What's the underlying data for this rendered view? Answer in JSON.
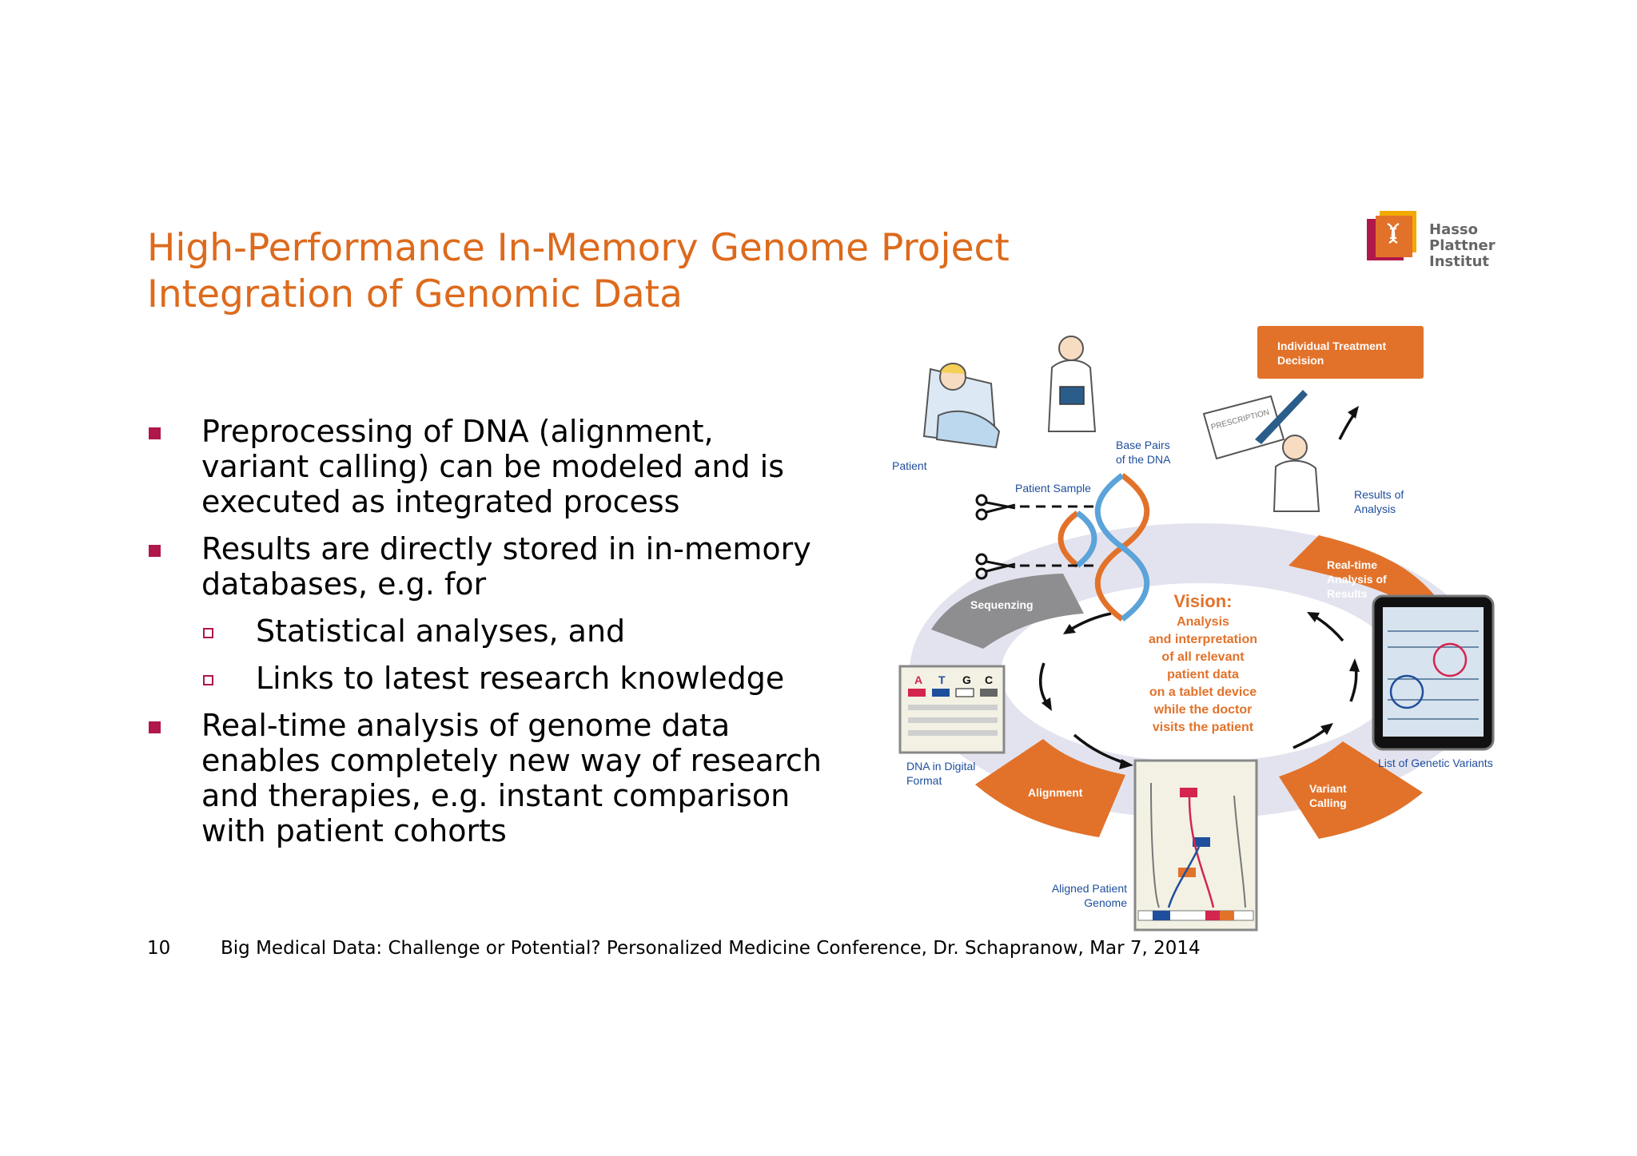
{
  "slide": {
    "title_line1": "High-Performance In-Memory Genome Project",
    "title_line2": "Integration of Genomic Data",
    "page_number": "10",
    "footer": "Big Medical Data: Challenge or Potential? Personalized Medicine Conference, Dr. Schapranow, Mar 7, 2014"
  },
  "logo": {
    "line1": "Hasso",
    "line2": "Plattner",
    "line3": "Institut",
    "colors": {
      "orange": "#e2722a",
      "crimson": "#b0174a",
      "yellow": "#f2a900"
    }
  },
  "bullets": [
    {
      "text": "Preprocessing of DNA (alignment, variant calling) can be modeled and is executed as integrated process",
      "lines": [
        "Preprocessing of DNA (alignment,",
        "variant calling) can be modeled and is",
        "executed as integrated process"
      ]
    },
    {
      "text": "Results are directly stored in in-memory databases, e.g. for",
      "lines": [
        "Results are directly stored in in-memory",
        "databases, e.g. for"
      ],
      "sub": [
        "Statistical analyses, and",
        "Links to latest research knowledge"
      ]
    },
    {
      "text": "Real-time analysis of genome data enables completely new way of research and therapies, e.g. instant comparison with patient cohorts",
      "lines": [
        "Real-time analysis of genome data",
        "enables completely new way of research",
        "and therapies, e.g. instant comparison",
        "with patient cohorts"
      ]
    }
  ],
  "diagram": {
    "treatment_box": [
      "Individual Treatment",
      "Decision"
    ],
    "patient": "Patient",
    "prescription": "PRESCRIPTION",
    "base_pairs": [
      "Base Pairs",
      "of the DNA"
    ],
    "patient_sample": "Patient Sample",
    "results_of_analysis": [
      "Results of",
      "Analysis"
    ],
    "realtime": [
      "Real-time",
      "Analysis of",
      "Results"
    ],
    "sequenzing": "Sequenzing",
    "vision_title": "Vision:",
    "vision_lines": [
      "Analysis",
      "and interpretation",
      "of all relevant",
      "patient data",
      "on a tablet device",
      "while the doctor",
      "visits the patient"
    ],
    "dna_digital": [
      "DNA in Digital",
      "Format"
    ],
    "bases": [
      "A",
      "T",
      "G",
      "C"
    ],
    "alignment": "Alignment",
    "variant_calling": [
      "Variant",
      "Calling"
    ],
    "list_variants": "List of Genetic Variants",
    "aligned_genome": [
      "Aligned Patient",
      "Genome"
    ],
    "colors": {
      "orange": "#e2722a",
      "gray": "#8e8e90",
      "ring": "#e3e3ef",
      "blue": "#1f4e9c",
      "red": "#d3254e"
    }
  }
}
